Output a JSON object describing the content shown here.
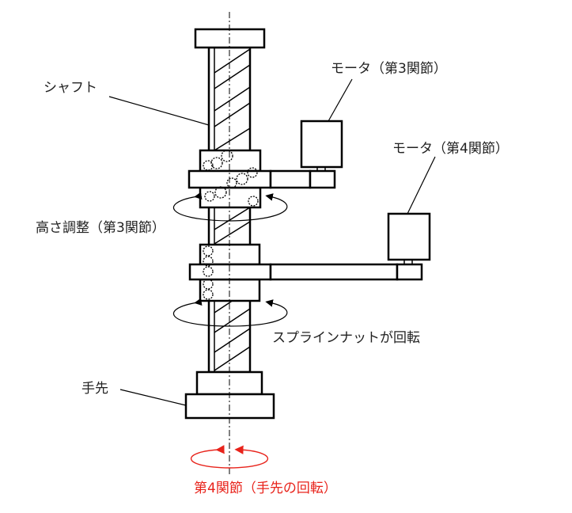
{
  "labels": {
    "shaft": "シャフト",
    "motor3": "モータ（第3関節）",
    "motor4": "モータ（第4関節）",
    "height_adjust": "高さ調整（第3関節）",
    "spline_nut": "スプラインナットが回転",
    "hand": "手先",
    "joint4": "第4関節（手先の回転）"
  },
  "colors": {
    "line": "#000000",
    "accent": "#e8231b"
  }
}
